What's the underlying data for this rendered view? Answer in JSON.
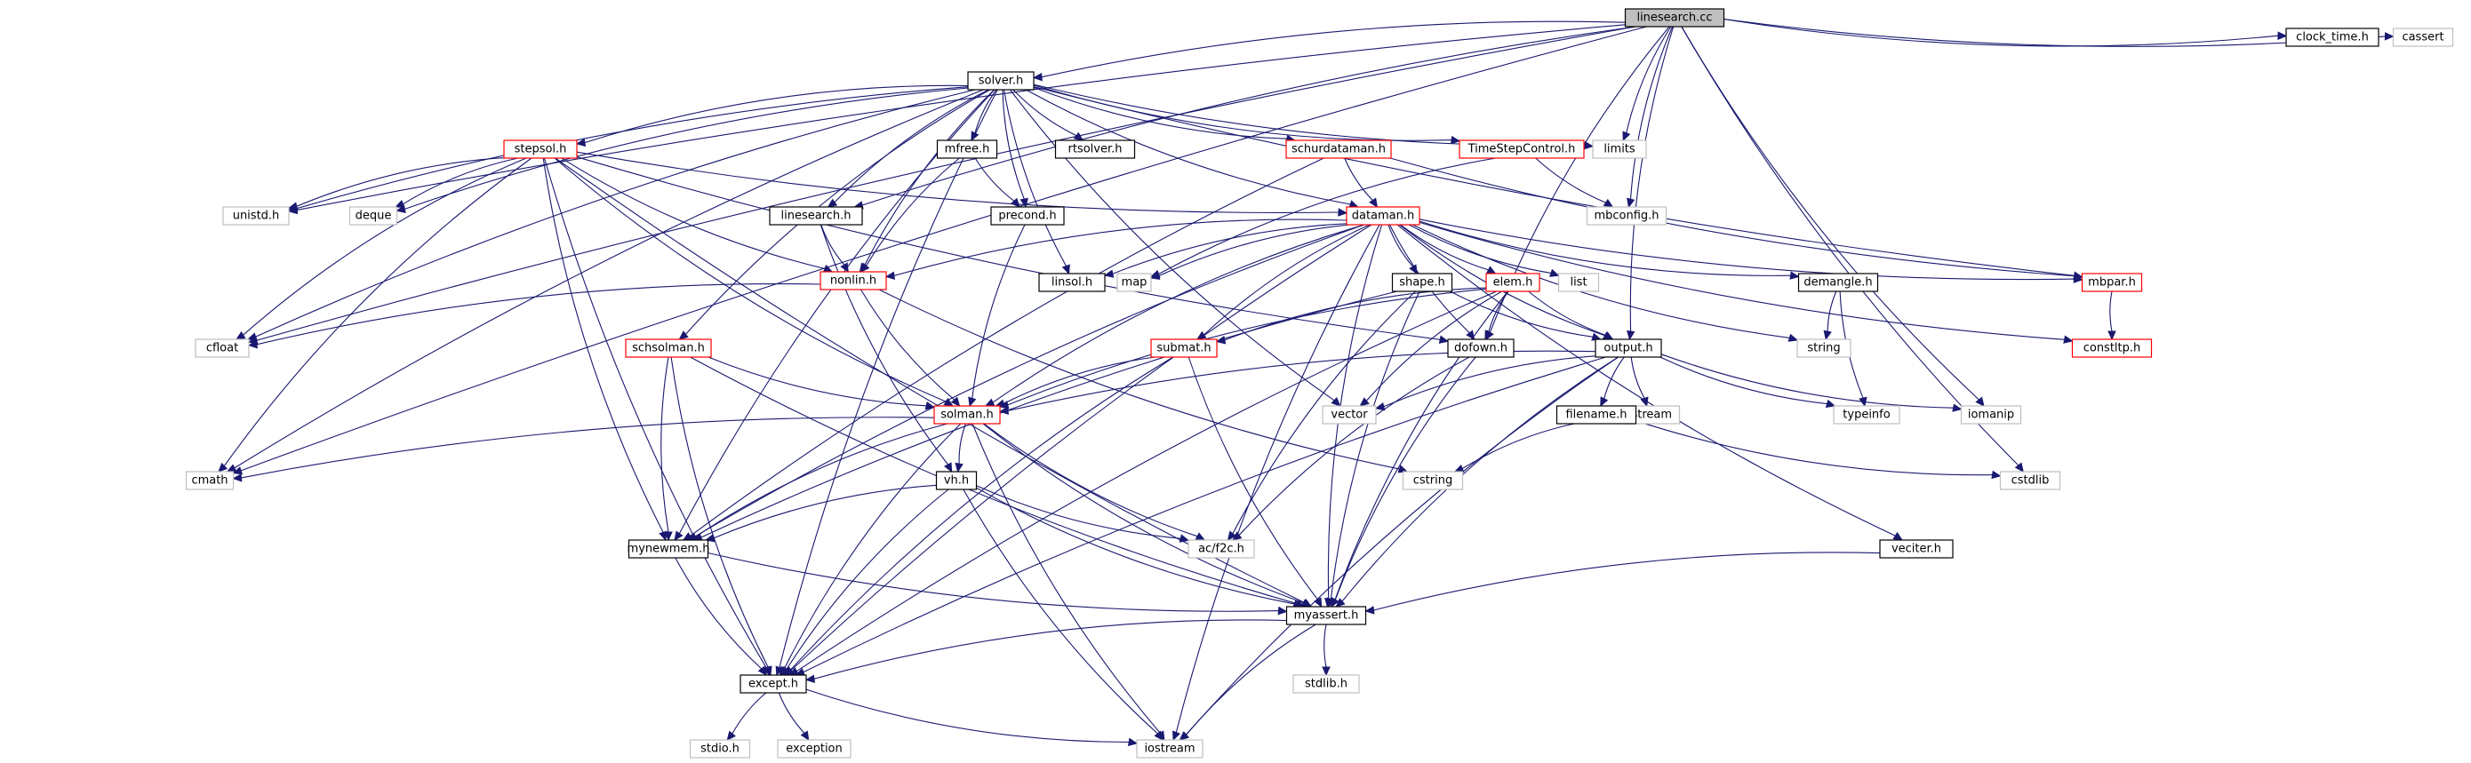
{
  "graph": {
    "nodes": [
      {
        "id": "linesearch_cc",
        "label": "linesearch.cc",
        "kind": "root"
      },
      {
        "id": "solver_h",
        "label": "solver.h",
        "kind": "normal"
      },
      {
        "id": "clock_time_h",
        "label": "clock_time.h",
        "kind": "normal"
      },
      {
        "id": "cassert",
        "label": "cassert",
        "kind": "system"
      },
      {
        "id": "stepsol_h",
        "label": "stepsol.h",
        "kind": "truncated"
      },
      {
        "id": "mfree_h",
        "label": "mfree.h",
        "kind": "normal"
      },
      {
        "id": "rtsolver_h",
        "label": "rtsolver.h",
        "kind": "normal"
      },
      {
        "id": "schurdataman_h",
        "label": "schurdataman.h",
        "kind": "truncated"
      },
      {
        "id": "timestepcontrol_h",
        "label": "TimeStepControl.h",
        "kind": "truncated"
      },
      {
        "id": "limits",
        "label": "limits",
        "kind": "system"
      },
      {
        "id": "unistd_h",
        "label": "unistd.h",
        "kind": "system"
      },
      {
        "id": "deque",
        "label": "deque",
        "kind": "system"
      },
      {
        "id": "linesearch_h",
        "label": "linesearch.h",
        "kind": "normal"
      },
      {
        "id": "precond_h",
        "label": "precond.h",
        "kind": "normal"
      },
      {
        "id": "dataman_h",
        "label": "dataman.h",
        "kind": "truncated"
      },
      {
        "id": "mbconfig_h",
        "label": "mbconfig.h",
        "kind": "system"
      },
      {
        "id": "nonlin_h",
        "label": "nonlin.h",
        "kind": "truncated"
      },
      {
        "id": "linsol_h",
        "label": "linsol.h",
        "kind": "normal"
      },
      {
        "id": "map",
        "label": "map",
        "kind": "system"
      },
      {
        "id": "shape_h",
        "label": "shape.h",
        "kind": "normal"
      },
      {
        "id": "elem_h",
        "label": "elem.h",
        "kind": "truncated"
      },
      {
        "id": "list",
        "label": "list",
        "kind": "system"
      },
      {
        "id": "demangle_h",
        "label": "demangle.h",
        "kind": "normal"
      },
      {
        "id": "mbpar_h",
        "label": "mbpar.h",
        "kind": "truncated"
      },
      {
        "id": "cfloat",
        "label": "cfloat",
        "kind": "system"
      },
      {
        "id": "schsolman_h",
        "label": "schsolman.h",
        "kind": "truncated"
      },
      {
        "id": "submat_h",
        "label": "submat.h",
        "kind": "truncated"
      },
      {
        "id": "dofown_h",
        "label": "dofown.h",
        "kind": "normal"
      },
      {
        "id": "output_h",
        "label": "output.h",
        "kind": "normal"
      },
      {
        "id": "string",
        "label": "string",
        "kind": "system"
      },
      {
        "id": "constltp_h",
        "label": "constltp.h",
        "kind": "truncated"
      },
      {
        "id": "solman_h",
        "label": "solman.h",
        "kind": "truncated"
      },
      {
        "id": "vector",
        "label": "vector",
        "kind": "system"
      },
      {
        "id": "fstream",
        "label": "fstream",
        "kind": "system"
      },
      {
        "id": "typeinfo",
        "label": "typeinfo",
        "kind": "system"
      },
      {
        "id": "iomanip",
        "label": "iomanip",
        "kind": "system"
      },
      {
        "id": "filename_h",
        "label": "filename.h",
        "kind": "normal"
      },
      {
        "id": "cmath",
        "label": "cmath",
        "kind": "system"
      },
      {
        "id": "vh_h",
        "label": "vh.h",
        "kind": "normal"
      },
      {
        "id": "cstring",
        "label": "cstring",
        "kind": "system"
      },
      {
        "id": "cstdlib",
        "label": "cstdlib",
        "kind": "system"
      },
      {
        "id": "mynewmem_h",
        "label": "mynewmem.h",
        "kind": "normal"
      },
      {
        "id": "ac_f2c_h",
        "label": "ac/f2c.h",
        "kind": "system"
      },
      {
        "id": "veciter_h",
        "label": "veciter.h",
        "kind": "normal"
      },
      {
        "id": "myassert_h",
        "label": "myassert.h",
        "kind": "normal"
      },
      {
        "id": "stdlib_h",
        "label": "stdlib.h",
        "kind": "system"
      },
      {
        "id": "except_h",
        "label": "except.h",
        "kind": "normal"
      },
      {
        "id": "stdio_h",
        "label": "stdio.h",
        "kind": "system"
      },
      {
        "id": "exception",
        "label": "exception",
        "kind": "system"
      },
      {
        "id": "iostream",
        "label": "iostream",
        "kind": "system"
      }
    ],
    "edges": [
      [
        "linesearch_cc",
        "solver_h"
      ],
      [
        "linesearch_cc",
        "clock_time_h"
      ],
      [
        "linesearch_cc",
        "cassert"
      ],
      [
        "linesearch_cc",
        "limits"
      ],
      [
        "linesearch_cc",
        "mbconfig_h"
      ],
      [
        "linesearch_cc",
        "dofown_h"
      ],
      [
        "linesearch_cc",
        "output_h"
      ],
      [
        "linesearch_cc",
        "iomanip"
      ],
      [
        "linesearch_cc",
        "cstdlib"
      ],
      [
        "linesearch_cc",
        "linesearch_h"
      ],
      [
        "linesearch_cc",
        "unistd_h"
      ],
      [
        "linesearch_cc",
        "cfloat"
      ],
      [
        "linesearch_cc",
        "cmath"
      ],
      [
        "solver_h",
        "stepsol_h"
      ],
      [
        "solver_h",
        "mfree_h"
      ],
      [
        "solver_h",
        "rtsolver_h"
      ],
      [
        "solver_h",
        "schurdataman_h"
      ],
      [
        "solver_h",
        "timestepcontrol_h"
      ],
      [
        "solver_h",
        "limits"
      ],
      [
        "solver_h",
        "unistd_h"
      ],
      [
        "solver_h",
        "deque"
      ],
      [
        "solver_h",
        "linesearch_h"
      ],
      [
        "solver_h",
        "precond_h"
      ],
      [
        "solver_h",
        "dataman_h"
      ],
      [
        "solver_h",
        "nonlin_h"
      ],
      [
        "solver_h",
        "linsol_h"
      ],
      [
        "solver_h",
        "mbpar_h"
      ],
      [
        "solver_h",
        "cfloat"
      ],
      [
        "solver_h",
        "schsolman_h"
      ],
      [
        "solver_h",
        "mynewmem_h"
      ],
      [
        "solver_h",
        "cmath"
      ],
      [
        "solver_h",
        "except_h"
      ],
      [
        "solver_h",
        "vector"
      ],
      [
        "stepsol_h",
        "unistd_h"
      ],
      [
        "stepsol_h",
        "deque"
      ],
      [
        "stepsol_h",
        "cfloat"
      ],
      [
        "stepsol_h",
        "nonlin_h"
      ],
      [
        "stepsol_h",
        "dataman_h"
      ],
      [
        "stepsol_h",
        "solman_h"
      ],
      [
        "stepsol_h",
        "mynewmem_h"
      ],
      [
        "stepsol_h",
        "except_h"
      ],
      [
        "stepsol_h",
        "cmath"
      ],
      [
        "stepsol_h",
        "myassert_h"
      ],
      [
        "stepsol_h",
        "dofown_h"
      ],
      [
        "mfree_h",
        "precond_h"
      ],
      [
        "mfree_h",
        "nonlin_h"
      ],
      [
        "schurdataman_h",
        "dataman_h"
      ],
      [
        "schurdataman_h",
        "mynewmem_h"
      ],
      [
        "schurdataman_h",
        "mbpar_h"
      ],
      [
        "timestepcontrol_h",
        "mbconfig_h"
      ],
      [
        "timestepcontrol_h",
        "map"
      ],
      [
        "linesearch_h",
        "nonlin_h"
      ],
      [
        "linesearch_h",
        "vh_h"
      ],
      [
        "precond_h",
        "solman_h"
      ],
      [
        "dataman_h",
        "nonlin_h"
      ],
      [
        "dataman_h",
        "linsol_h"
      ],
      [
        "dataman_h",
        "map"
      ],
      [
        "dataman_h",
        "shape_h"
      ],
      [
        "dataman_h",
        "elem_h"
      ],
      [
        "dataman_h",
        "list"
      ],
      [
        "dataman_h",
        "demangle_h"
      ],
      [
        "dataman_h",
        "mbpar_h"
      ],
      [
        "dataman_h",
        "constltp_h"
      ],
      [
        "dataman_h",
        "dofown_h"
      ],
      [
        "dataman_h",
        "output_h"
      ],
      [
        "dataman_h",
        "string"
      ],
      [
        "dataman_h",
        "submat_h"
      ],
      [
        "dataman_h",
        "solman_h"
      ],
      [
        "dataman_h",
        "veciter_h"
      ],
      [
        "dataman_h",
        "mynewmem_h"
      ],
      [
        "dataman_h",
        "except_h"
      ],
      [
        "dataman_h",
        "myassert_h"
      ],
      [
        "dataman_h",
        "iostream"
      ],
      [
        "nonlin_h",
        "cfloat"
      ],
      [
        "nonlin_h",
        "solman_h"
      ],
      [
        "nonlin_h",
        "cstring"
      ],
      [
        "shape_h",
        "output_h"
      ],
      [
        "shape_h",
        "ac_f2c_h"
      ],
      [
        "shape_h",
        "myassert_h"
      ],
      [
        "shape_h",
        "mynewmem_h"
      ],
      [
        "elem_h",
        "dofown_h"
      ],
      [
        "elem_h",
        "output_h"
      ],
      [
        "elem_h",
        "vector"
      ],
      [
        "elem_h",
        "submat_h"
      ],
      [
        "elem_h",
        "solman_h"
      ],
      [
        "elem_h",
        "myassert_h"
      ],
      [
        "elem_h",
        "except_h"
      ],
      [
        "demangle_h",
        "string"
      ],
      [
        "demangle_h",
        "typeinfo"
      ],
      [
        "mbpar_h",
        "constltp_h"
      ],
      [
        "schsolman_h",
        "solman_h"
      ],
      [
        "schsolman_h",
        "mynewmem_h"
      ],
      [
        "schsolman_h",
        "except_h"
      ],
      [
        "schsolman_h",
        "myassert_h"
      ],
      [
        "submat_h",
        "solman_h"
      ],
      [
        "submat_h",
        "myassert_h"
      ],
      [
        "submat_h",
        "except_h"
      ],
      [
        "dofown_h",
        "ac_f2c_h"
      ],
      [
        "dofown_h",
        "myassert_h"
      ],
      [
        "output_h",
        "vector"
      ],
      [
        "output_h",
        "fstream"
      ],
      [
        "output_h",
        "typeinfo"
      ],
      [
        "output_h",
        "iomanip"
      ],
      [
        "output_h",
        "filename_h"
      ],
      [
        "output_h",
        "solman_h"
      ],
      [
        "output_h",
        "except_h"
      ],
      [
        "output_h",
        "myassert_h"
      ],
      [
        "output_h",
        "iostream"
      ],
      [
        "filename_h",
        "cstring"
      ],
      [
        "filename_h",
        "cstdlib"
      ],
      [
        "solman_h",
        "cmath"
      ],
      [
        "solman_h",
        "vh_h"
      ],
      [
        "solman_h",
        "mynewmem_h"
      ],
      [
        "solman_h",
        "ac_f2c_h"
      ],
      [
        "solman_h",
        "except_h"
      ],
      [
        "solman_h",
        "myassert_h"
      ],
      [
        "solman_h",
        "iostream"
      ],
      [
        "vh_h",
        "mynewmem_h"
      ],
      [
        "vh_h",
        "ac_f2c_h"
      ],
      [
        "vh_h",
        "except_h"
      ],
      [
        "vh_h",
        "myassert_h"
      ],
      [
        "vh_h",
        "iostream"
      ],
      [
        "mynewmem_h",
        "except_h"
      ],
      [
        "mynewmem_h",
        "myassert_h"
      ],
      [
        "veciter_h",
        "myassert_h"
      ],
      [
        "myassert_h",
        "stdlib_h"
      ],
      [
        "myassert_h",
        "except_h"
      ],
      [
        "myassert_h",
        "iostream"
      ],
      [
        "except_h",
        "stdio_h"
      ],
      [
        "except_h",
        "exception"
      ],
      [
        "except_h",
        "iostream"
      ]
    ]
  }
}
